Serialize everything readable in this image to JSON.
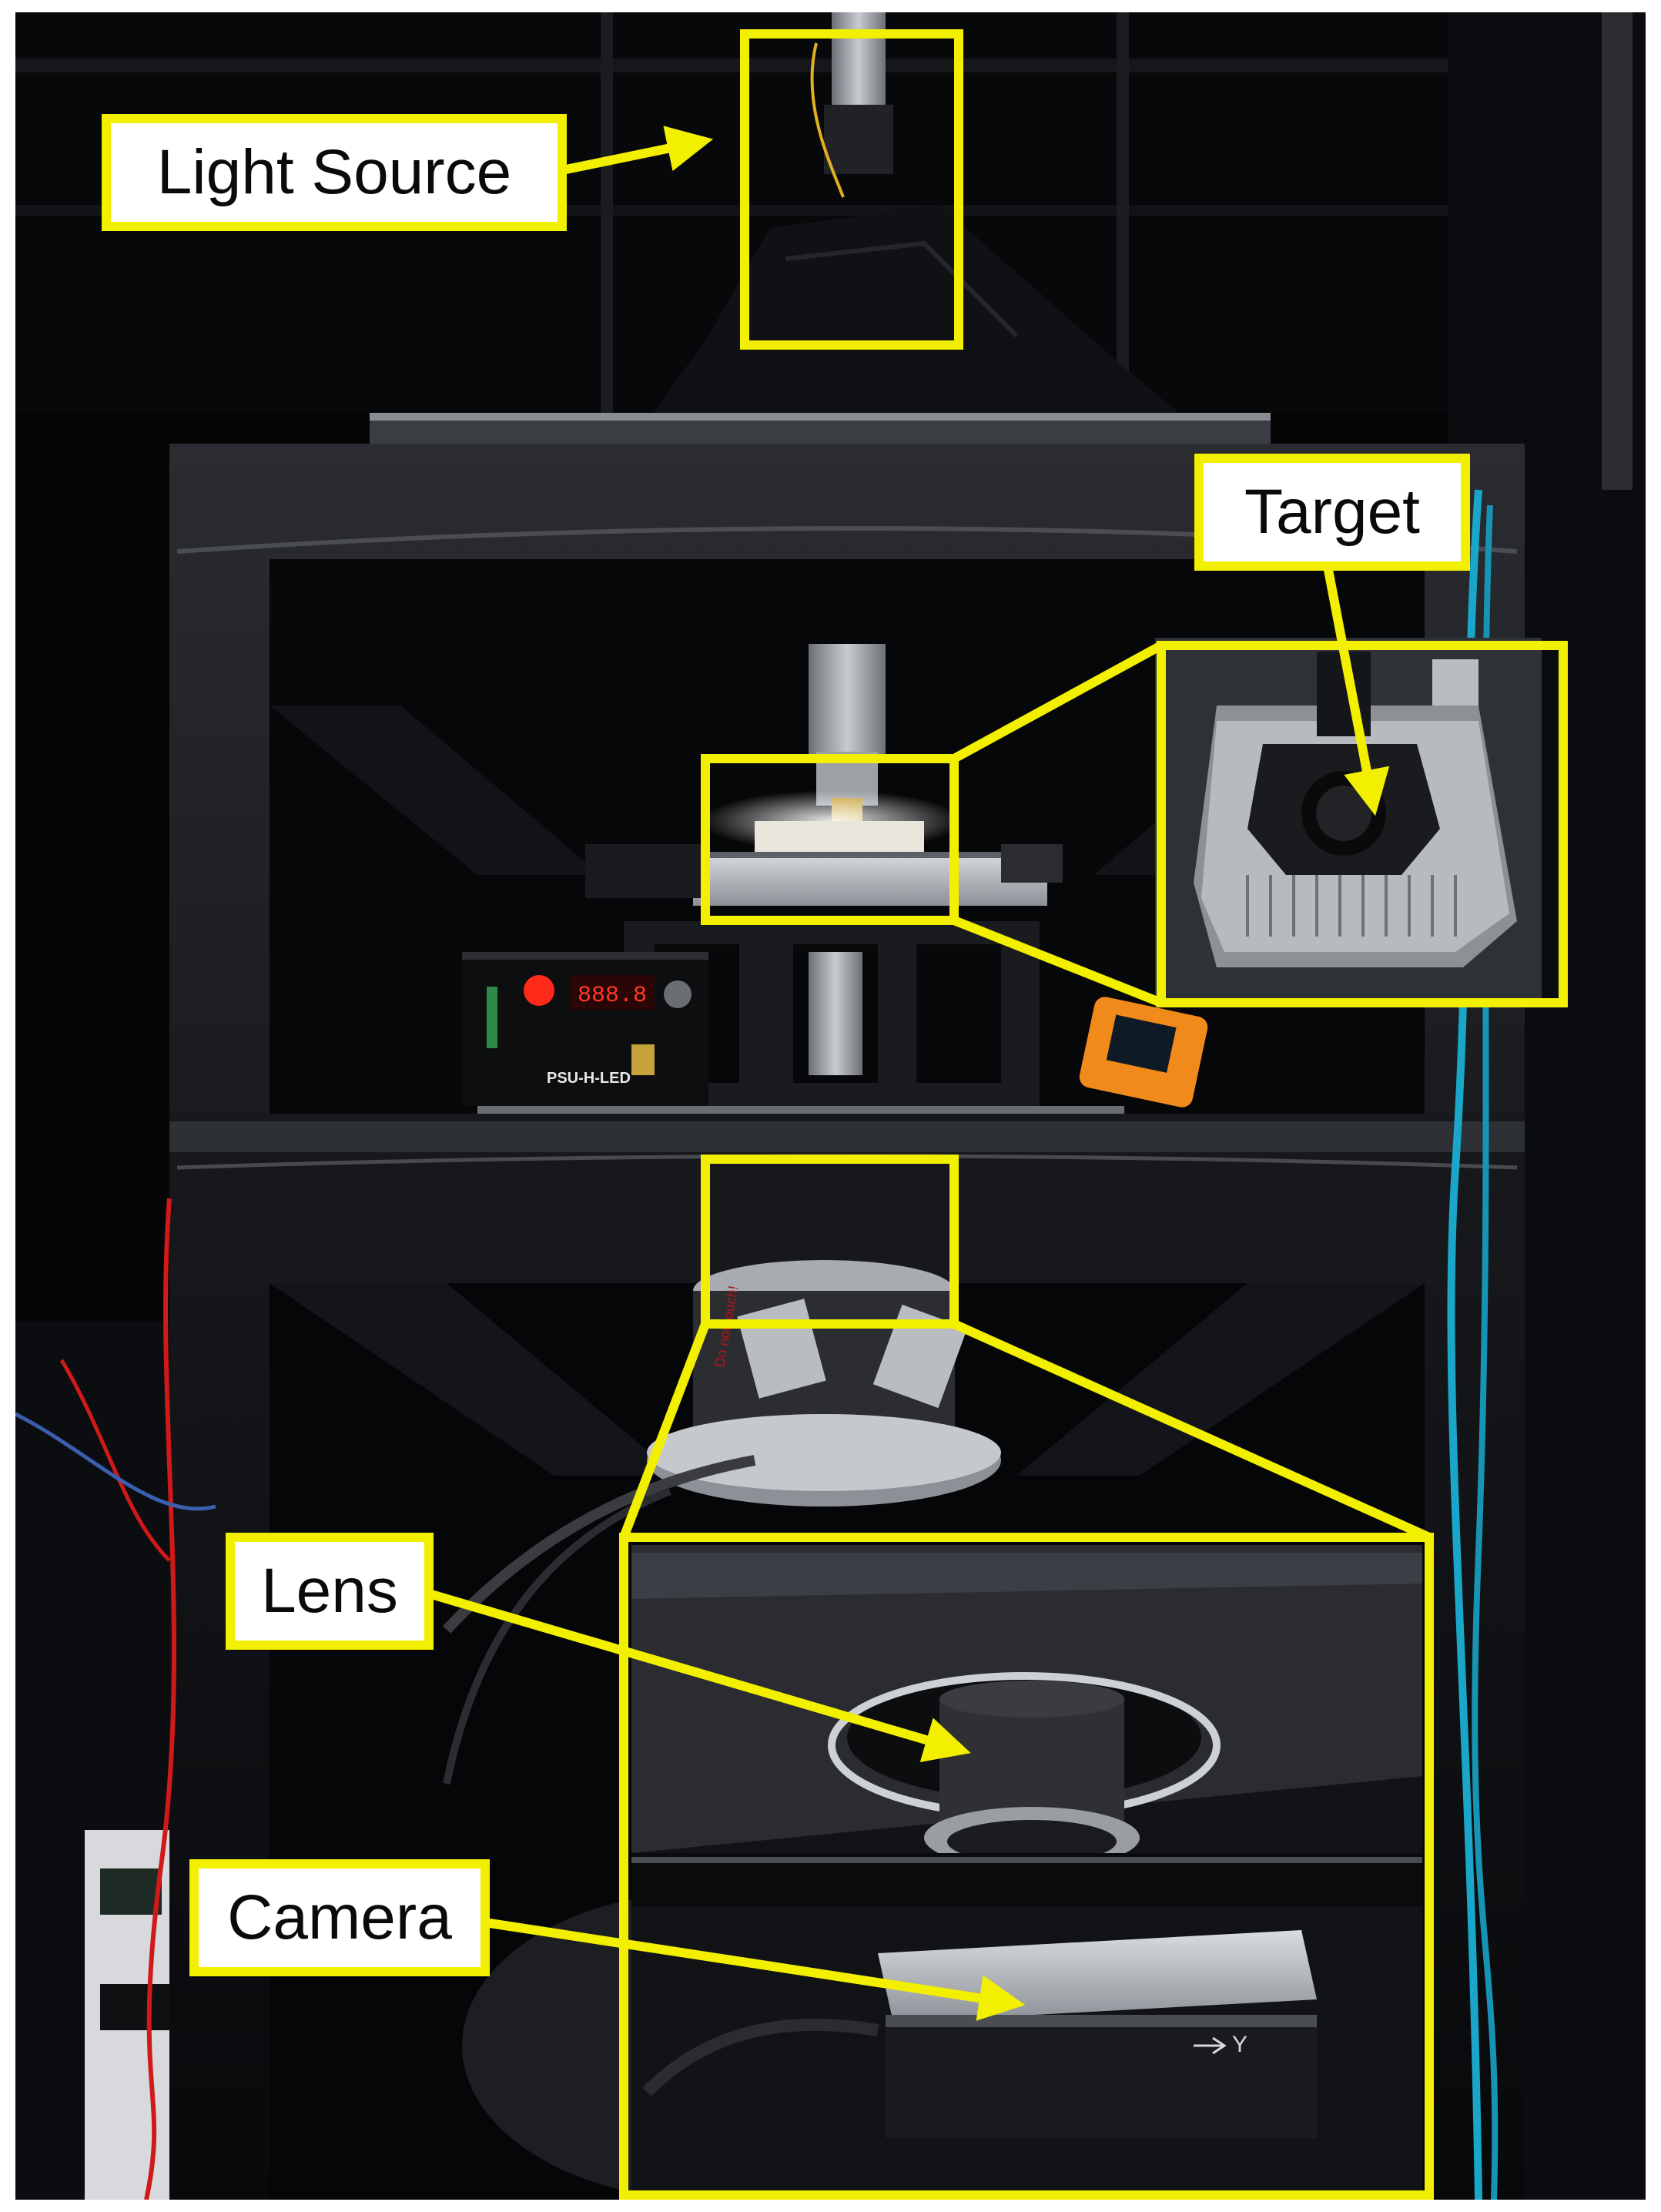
{
  "figure": {
    "labels": {
      "light_source": "Light Source",
      "target": "Target",
      "lens": "Lens",
      "camera": "Camera"
    },
    "device_text": {
      "psu_label": "PSU-H-LED",
      "psu_display": "888.8",
      "stage_axis": "Y",
      "warning_sticker": "Do not touch!"
    },
    "colors": {
      "callout_yellow": "#f2ef00",
      "callout_fill": "#ffffff",
      "frame_black": "#0c0d10",
      "background": "#050506",
      "cable_cyan": "#1aa6c8",
      "cable_red": "#d01a1a",
      "device_orange": "#f08a1a",
      "psu_led_red": "#ff2a1a"
    }
  }
}
